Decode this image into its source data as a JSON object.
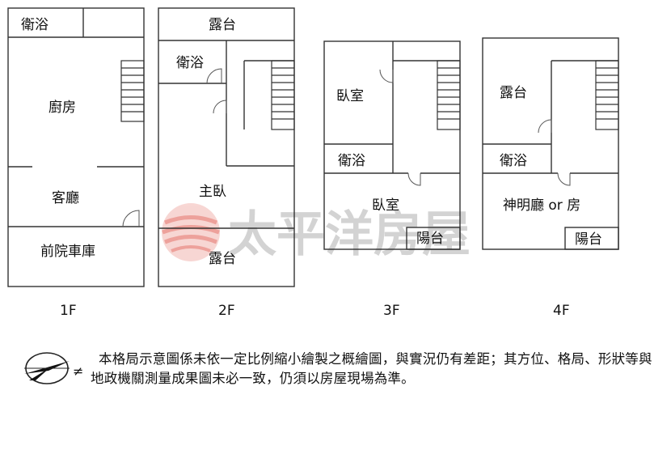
{
  "floors": [
    {
      "label": "1F",
      "rooms": [
        "衛浴",
        "廚房",
        "客廳",
        "前院車庫"
      ]
    },
    {
      "label": "2F",
      "rooms": [
        "露台",
        "衛浴",
        "主臥",
        "露台"
      ]
    },
    {
      "label": "3F",
      "rooms": [
        "臥室",
        "衛浴",
        "臥室",
        "陽台"
      ]
    },
    {
      "label": "4F",
      "rooms": [
        "露台",
        "衛浴",
        "神明廳 or 房",
        "陽台"
      ]
    }
  ],
  "watermark": "太平洋房屋",
  "disclaimer": "本格局示意圖係未依一定比例縮小繪製之概繪圖，與實況仍有差距；其方位、格局、形狀等與地政機關測量成果圖未必一致，仍須以房屋現場為準。",
  "compass_icon": "north-arrow-icon",
  "colors": {
    "walls": "#333333",
    "watermark_logo": "#e0554a",
    "watermark_text": "#c9c9c9"
  }
}
